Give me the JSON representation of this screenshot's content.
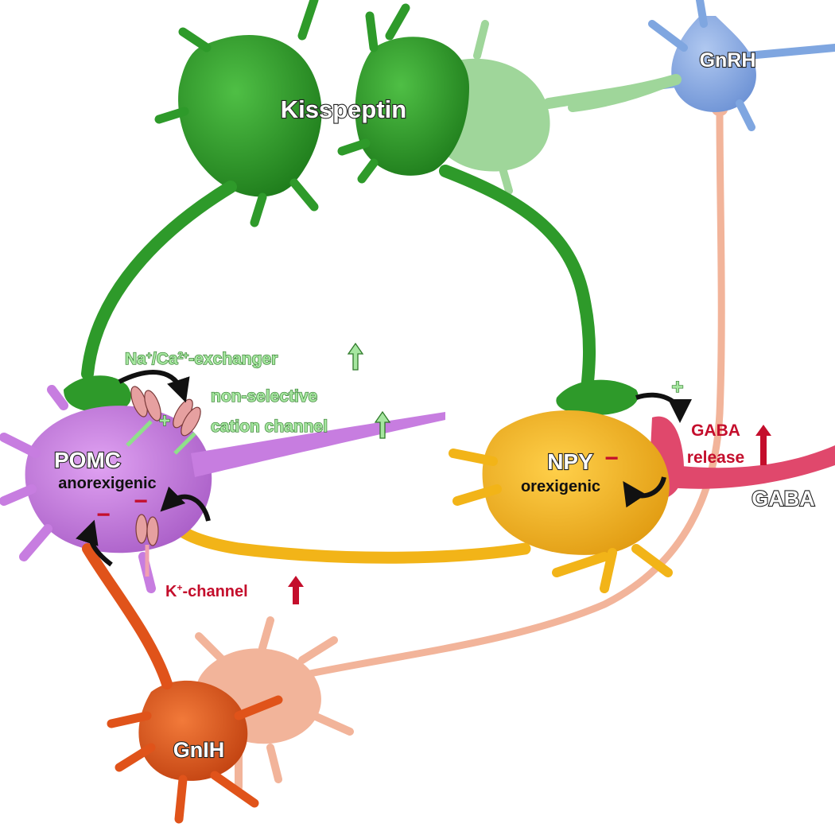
{
  "labels": {
    "kisspeptin": "Kisspeptin",
    "gnrh": "GnRH",
    "pomc": "POMC",
    "pomc_sub": "anorexigenic",
    "npy": "NPY",
    "npy_sub": "orexigenic",
    "gaba": "GABA",
    "gnih": "GnIH",
    "exchanger_a": "Na",
    "exchanger_sup1": "+",
    "exchanger_b": "/Ca",
    "exchanger_sup2": "2+",
    "exchanger_c": "-exchanger",
    "cation_line1": "non-selective",
    "cation_line2": "cation channel",
    "k_a": "K",
    "k_sup": "+",
    "k_b": "-channel",
    "gaba_release_line1": "GABA",
    "gaba_release_line2": "release",
    "plus_sign": "+",
    "minus_sign": "−"
  },
  "colors": {
    "kisspeptin": "#2e9a2a",
    "kisspeptin_faded": "#9fd69a",
    "gnrh": "#7fa6e0",
    "pomc": "#c77de0",
    "npy": "#f2b418",
    "gaba": "#e0486c",
    "gnih": "#e0531a",
    "gnih_faded": "#f2b49a",
    "stimulation": "#8fe08a",
    "inhibition": "#c40e2c"
  },
  "icons": {
    "stimulation_arrow": "up-arrow-green",
    "increase_arrow": "up-arrow-red",
    "action_arrow": "curved-black-arrow"
  }
}
